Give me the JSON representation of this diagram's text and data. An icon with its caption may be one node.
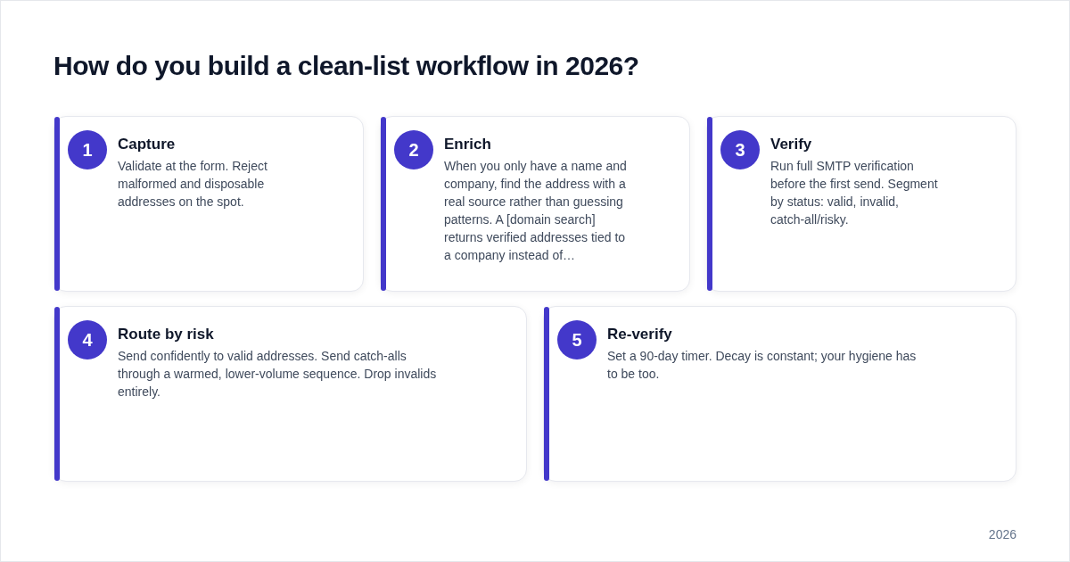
{
  "diagram": {
    "title": "How do you build a clean-list workflow in 2026?",
    "nodes": [
      {
        "text": [
          "Capture",
          "Validate at the form. Reject malformed and disposable addresses on the spot."
        ]
      },
      {
        "text": [
          "1"
        ],
        "in": 0
      },
      {
        "text": [
          "Enrich",
          "When you only have a name and company, find the address with a real source rather than guessing patterns. A [domain search] returns verified addresses tied to a company instead of…"
        ]
      },
      {
        "text": [
          "2"
        ],
        "in": 2
      },
      {
        "text": [
          "Verify",
          "Run full SMTP verification before the first send. Segment by status: valid, invalid, catch-all/risky."
        ]
      },
      {
        "text": [
          "3"
        ],
        "in": 4
      },
      {
        "text": [
          "Route by risk",
          "Send confidently to valid addresses. Send catch-alls through a warmed, lower-volume sequence. Drop invalids entirely."
        ]
      },
      {
        "text": [
          "4"
        ],
        "in": 6
      },
      {
        "text": [
          "Re-verify",
          "Set a 90-day timer. Decay is constant; your hygiene has to be too."
        ]
      },
      {
        "text": [
          "5"
        ],
        "in": 8
      }
    ],
    "labels": [
      "2026"
    ]
  }
}
